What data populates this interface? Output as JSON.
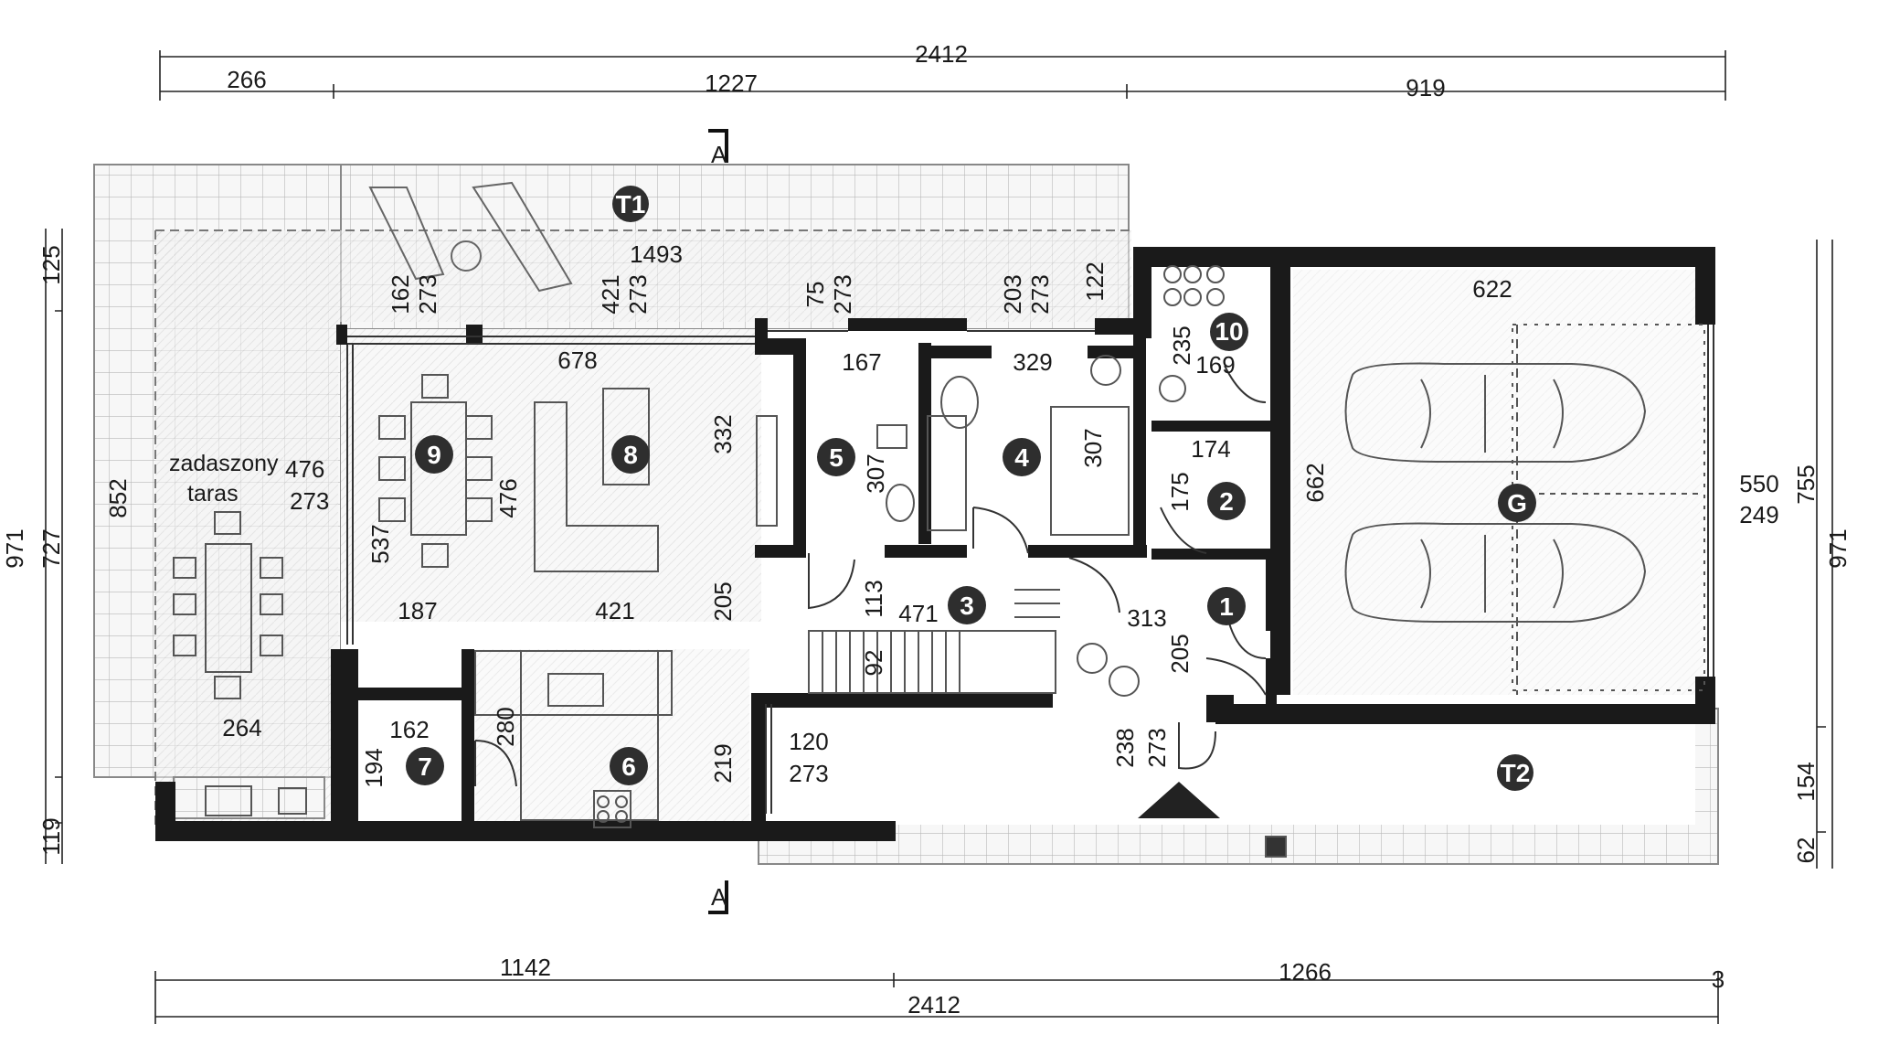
{
  "dimensions_top": {
    "overall": "2412",
    "segments": [
      "266",
      "1227",
      "919"
    ]
  },
  "dimensions_bottom": {
    "overall": "2412",
    "segments": [
      "1142",
      "1266",
      "3"
    ]
  },
  "dimensions_left": [
    "125",
    "852",
    "971",
    "727",
    "119"
  ],
  "dimensions_right": [
    "755",
    "971",
    "154",
    "62"
  ],
  "section_marker": "A",
  "terrace_label": [
    "zadaszony",
    "taras"
  ],
  "terrace_dims": [
    "476",
    "273"
  ],
  "rooms": [
    {
      "id": "T1"
    },
    {
      "id": "T2"
    },
    {
      "id": "G"
    },
    {
      "id": "1"
    },
    {
      "id": "2"
    },
    {
      "id": "3"
    },
    {
      "id": "4"
    },
    {
      "id": "5"
    },
    {
      "id": "6"
    },
    {
      "id": "7"
    },
    {
      "id": "8"
    },
    {
      "id": "9"
    },
    {
      "id": "10"
    }
  ],
  "inner_dims": {
    "d1493": "1493",
    "w162a": "162",
    "w273a": "273",
    "w421a": "421",
    "w273b": "273",
    "w75": "75",
    "w273c": "273",
    "w203": "203",
    "w273d": "273",
    "w122": "122",
    "w678": "678",
    "w167": "167",
    "w329": "329",
    "w622": "622",
    "w235": "235",
    "w169": "169",
    "h332": "332",
    "h307a": "307",
    "h307b": "307",
    "w174": "174",
    "h175": "175",
    "h662": "662",
    "w550": "550",
    "w249": "249",
    "h476": "476",
    "h537": "537",
    "w187": "187",
    "w421b": "421",
    "h205a": "205",
    "h113": "113",
    "w471": "471",
    "w313": "313",
    "h205b": "205",
    "h92": "92",
    "w264": "264",
    "w162b": "162",
    "h194": "194",
    "h280": "280",
    "h219": "219",
    "w120": "120",
    "w273e": "273",
    "h238": "238",
    "h273f": "273"
  }
}
